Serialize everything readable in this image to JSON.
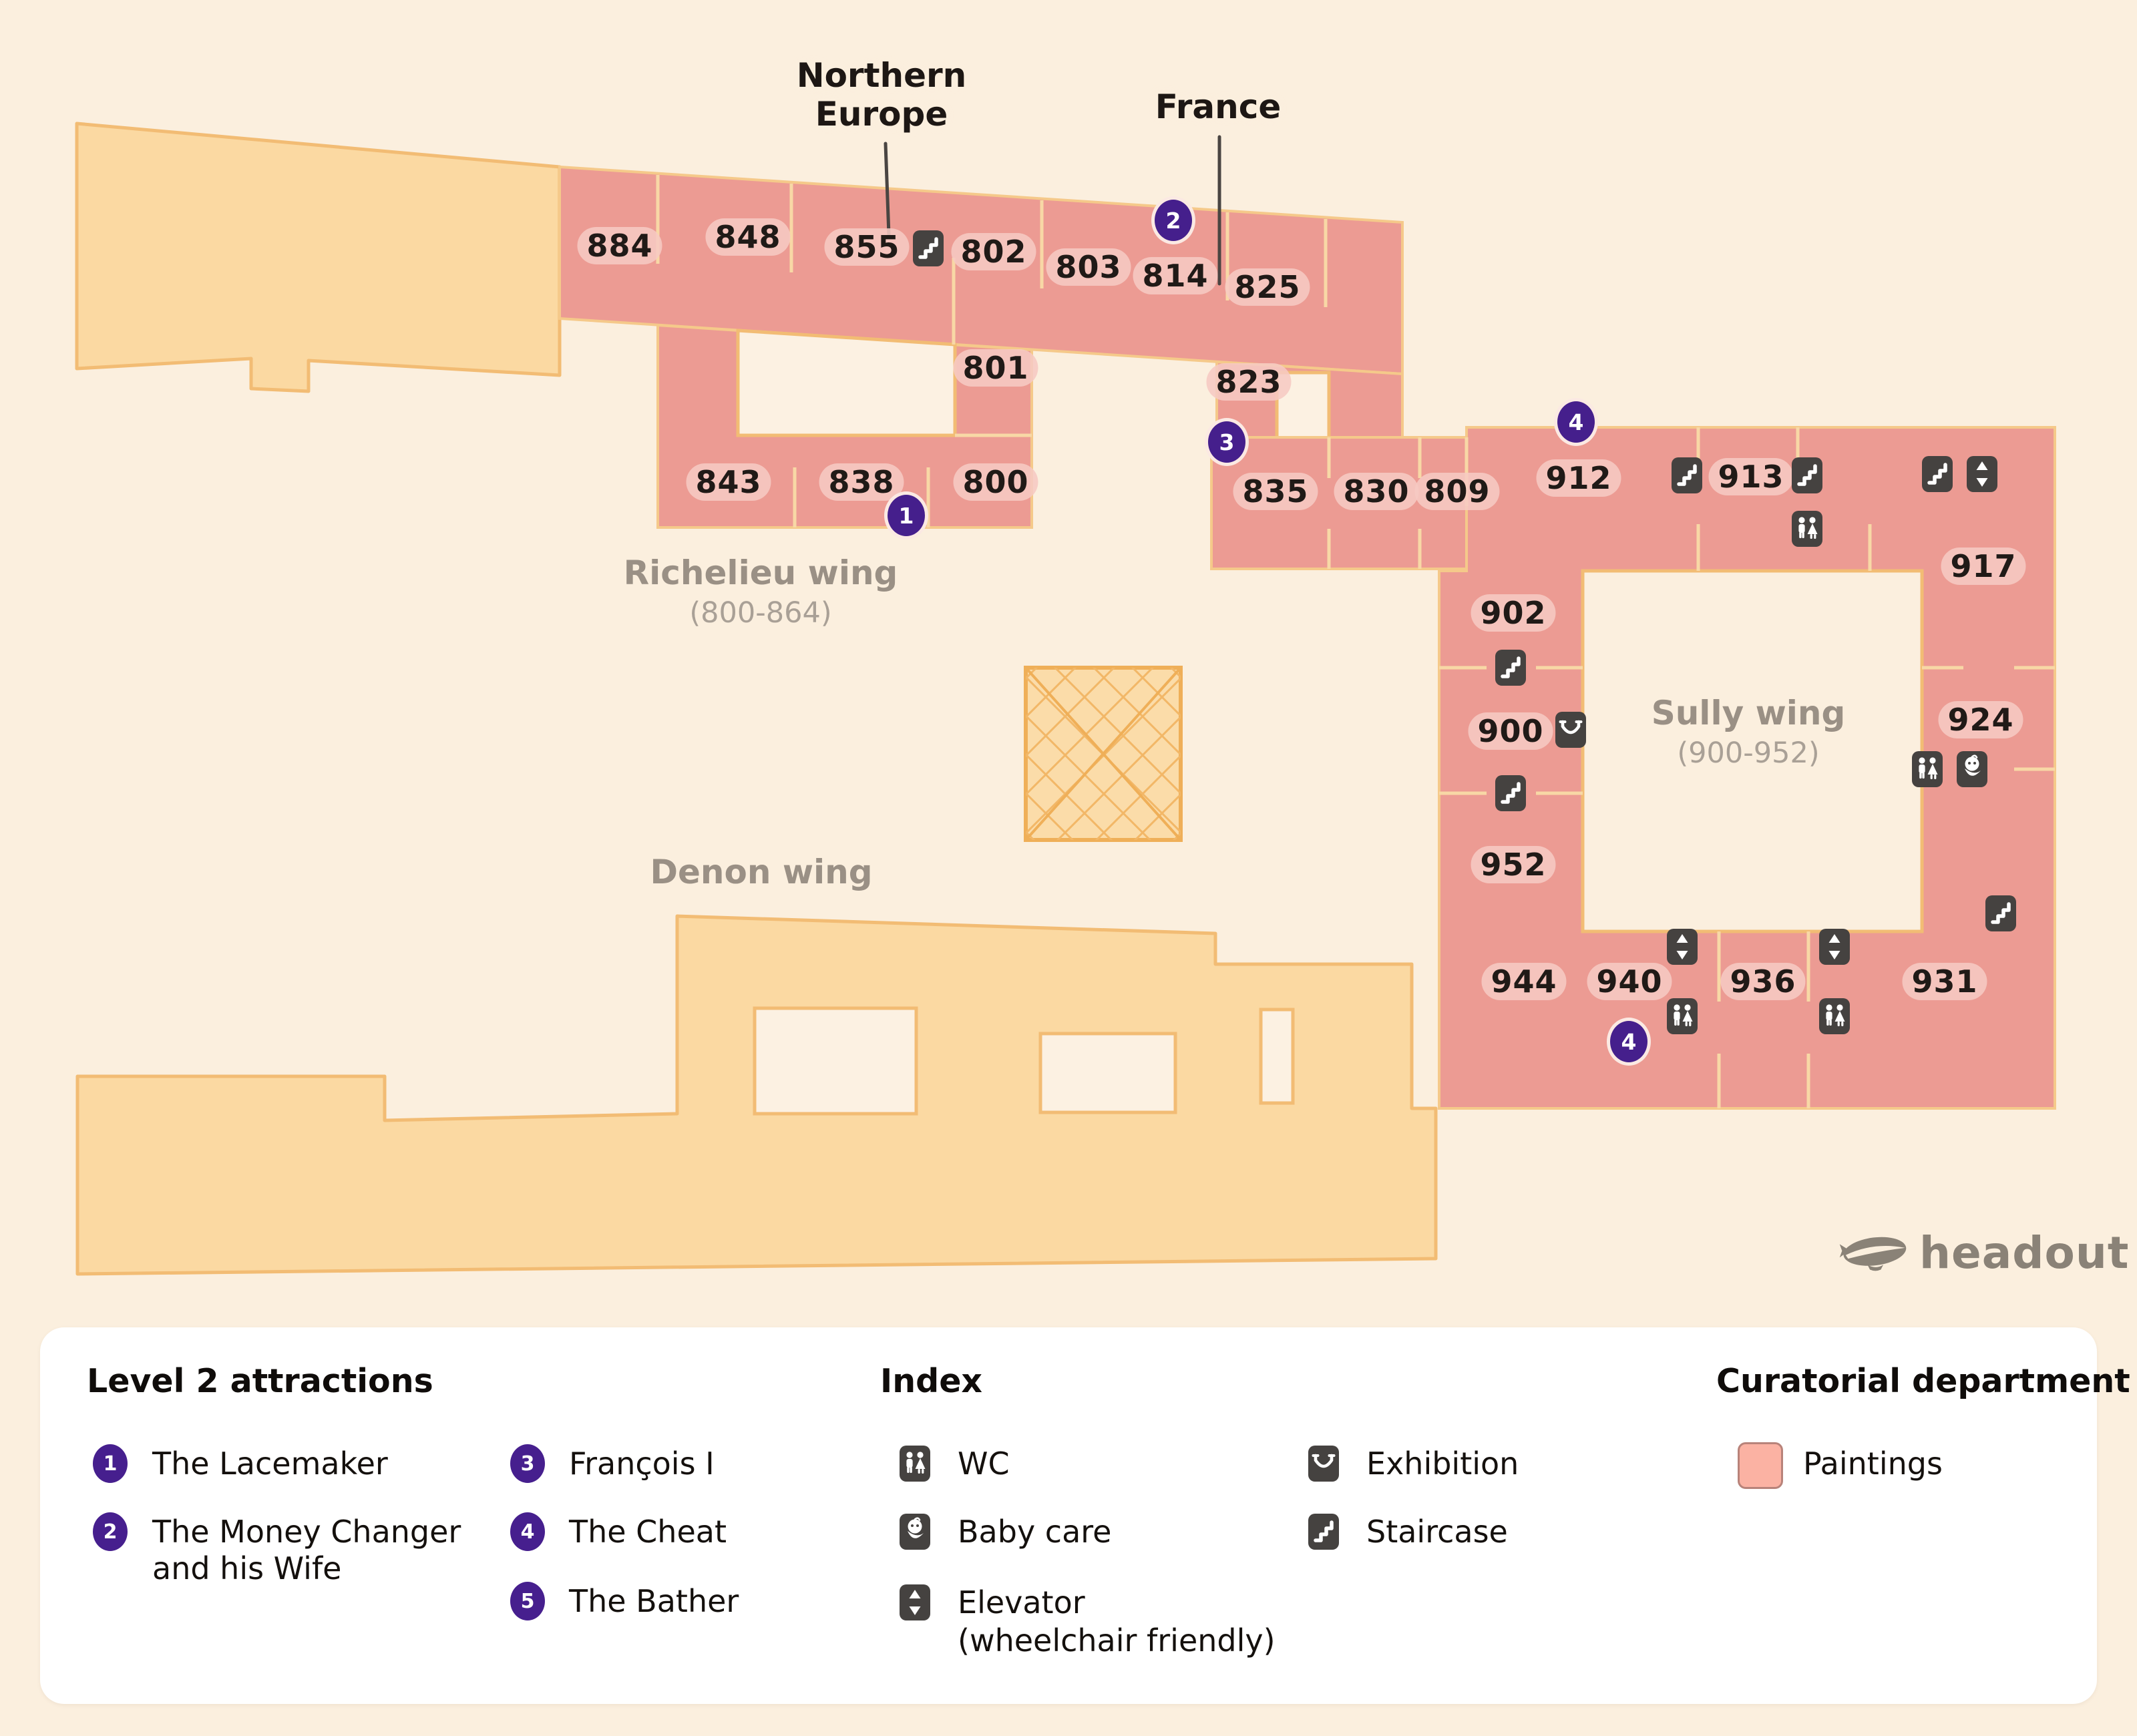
{
  "map": {
    "callouts": [
      {
        "text": "Northern\nEurope",
        "line1": "Northern",
        "line2": "Europe"
      },
      {
        "text": "France"
      }
    ],
    "wings": [
      {
        "name": "Richelieu wing",
        "range": "(800-864)"
      },
      {
        "name": "Sully wing",
        "range": "(900-952)"
      },
      {
        "name": "Denon wing",
        "range": ""
      }
    ],
    "rooms": [
      {
        "number": "884"
      },
      {
        "number": "848"
      },
      {
        "number": "855"
      },
      {
        "number": "802"
      },
      {
        "number": "803"
      },
      {
        "number": "814"
      },
      {
        "number": "825"
      },
      {
        "number": "801"
      },
      {
        "number": "823"
      },
      {
        "number": "843"
      },
      {
        "number": "838"
      },
      {
        "number": "800"
      },
      {
        "number": "835"
      },
      {
        "number": "830"
      },
      {
        "number": "809"
      },
      {
        "number": "912"
      },
      {
        "number": "913"
      },
      {
        "number": "917"
      },
      {
        "number": "902"
      },
      {
        "number": "900"
      },
      {
        "number": "952"
      },
      {
        "number": "924"
      },
      {
        "number": "944"
      },
      {
        "number": "940"
      },
      {
        "number": "936"
      },
      {
        "number": "931"
      }
    ],
    "markers": [
      {
        "value": "1"
      },
      {
        "value": "2"
      },
      {
        "value": "3"
      },
      {
        "value": "4"
      },
      {
        "value": "4"
      }
    ],
    "icons": [
      {
        "type": "staircase",
        "glyph": "ascending-steps"
      },
      {
        "type": "wc",
        "glyph": "male-female-figures"
      },
      {
        "type": "elevator",
        "glyph": "up-down-arrows"
      },
      {
        "type": "exhibition",
        "glyph": "rope-barrier"
      },
      {
        "type": "baby-care",
        "glyph": "swaddled-baby"
      }
    ],
    "colors": {
      "background": "#fbefde",
      "wing_fill": "#fbd9a2",
      "wing_stroke": "#f2bc74",
      "paintings_fill": "#ec9b93",
      "wall_line": "#f8d8a6",
      "courtyard": "#fcf1e2",
      "marker_purple": "#451f8c",
      "icon_tile": "#454240",
      "label_halo": "#f6c9c3"
    }
  },
  "legend": {
    "attractions": {
      "title": "Level 2 attractions",
      "items": [
        {
          "num": "1",
          "label": "The Lacemaker"
        },
        {
          "num": "2",
          "label": "The Money Changer and his Wife"
        },
        {
          "num": "3",
          "label": "François I"
        },
        {
          "num": "4",
          "label": "The Cheat"
        },
        {
          "num": "5",
          "label": "The Bather"
        }
      ]
    },
    "index": {
      "title": "Index",
      "items": [
        {
          "icon": "wc",
          "label": "WC"
        },
        {
          "icon": "baby-care",
          "label": "Baby care"
        },
        {
          "icon": "elevator",
          "label": "Elevator",
          "sublabel": "(wheelchair friendly)"
        },
        {
          "icon": "exhibition",
          "label": "Exhibition"
        },
        {
          "icon": "staircase",
          "label": "Staircase"
        }
      ]
    },
    "curatorial": {
      "title": "Curatorial department",
      "swatch_label": "Paintings",
      "swatch_color": "#fbb2a3"
    }
  },
  "branding": {
    "logo_text": "headout"
  }
}
